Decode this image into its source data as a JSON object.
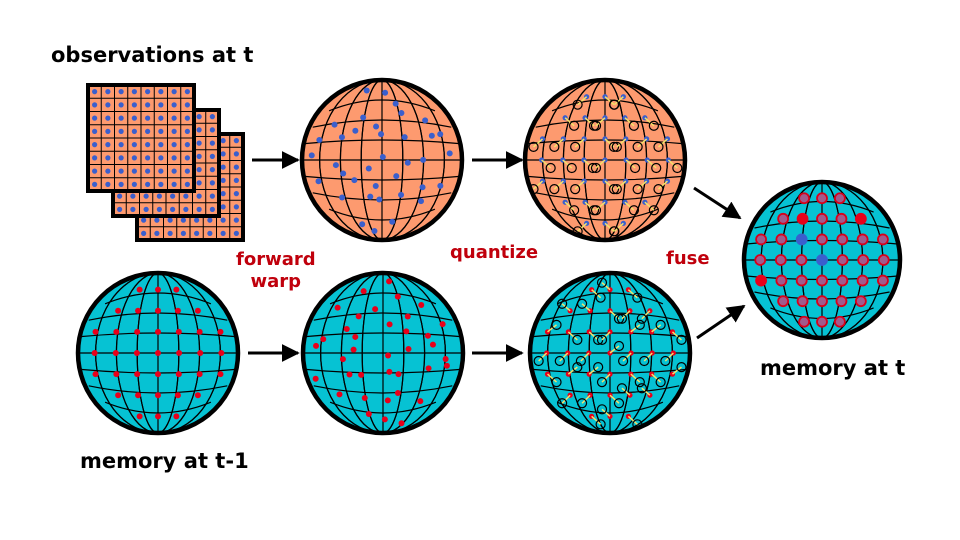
{
  "labels": {
    "observations_t": "observations at t",
    "memory_prev": "memory at t-1",
    "memory_t": "memory at t",
    "forward": "forward",
    "warp": "warp",
    "quantize": "quantize",
    "fuse": "fuse"
  },
  "colors": {
    "observation_fill": "#fd9a6f",
    "memory_fill": "#06c2d3",
    "blue_point": "#3a5fcd",
    "red_point": "#e8001a",
    "label_red": "#c0000c",
    "outline": "#000000",
    "fused_point_fill": "#a15a8c",
    "fused_point_ring": "#d8001a",
    "link": "#f3e36a"
  }
}
